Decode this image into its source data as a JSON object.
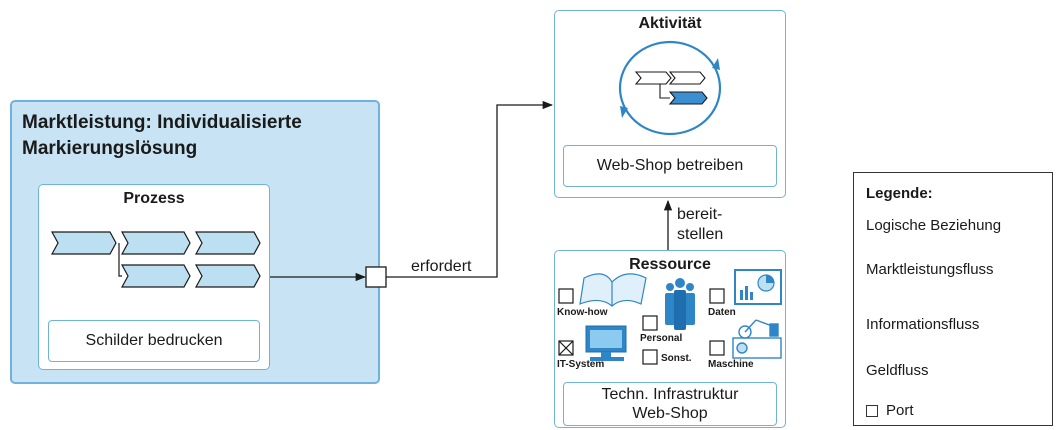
{
  "marktleistung": {
    "title_line1": "Marktleistung: Individualisierte",
    "title_line2": "Markierungslösung",
    "process": {
      "title": "Prozess",
      "caption": "Schilder bedrucken"
    }
  },
  "activity": {
    "title": "Aktivität",
    "caption": "Web-Shop betreiben"
  },
  "resource": {
    "title": "Ressource",
    "items": {
      "knowhow": "Know-how",
      "personal": "Personal",
      "daten": "Daten",
      "itsystem": "IT-System",
      "sonst": "Sonst.",
      "maschine": "Maschine"
    },
    "caption_line1": "Techn. Infrastruktur",
    "caption_line2": "Web-Shop"
  },
  "relations": {
    "requires": "erfordert",
    "provides_line1": "bereit-",
    "provides_line2": "stellen"
  },
  "legend": {
    "title": "Legende:",
    "logical": "Logische Beziehung",
    "market_flow": "Marktleistungsfluss",
    "info_flow": "Informationsfluss",
    "money_flow": "Geldfluss",
    "port": "Port"
  },
  "colors": {
    "accent_fill": "#c8e4f4",
    "accent_stroke": "#6fb3dd",
    "chevron_fill": "#bcdff2",
    "icon_blue": "#2f86c6"
  }
}
